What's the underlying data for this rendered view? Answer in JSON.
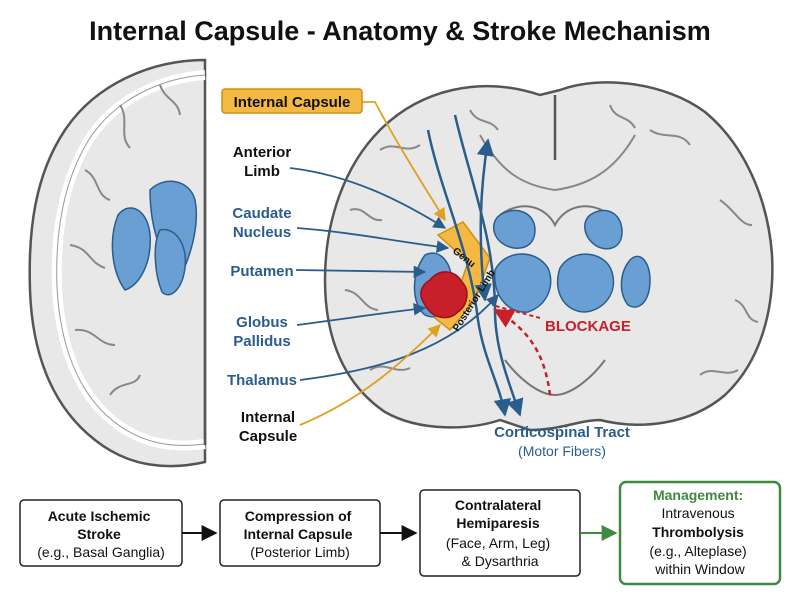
{
  "title": "Internal Capsule - Anatomy & Stroke Mechanism",
  "labels": {
    "internal_capsule_top": "Internal Capsule",
    "anterior_limb": [
      "Anterior",
      "Limb"
    ],
    "caudate_nucleus": [
      "Caudate",
      "Nucleus"
    ],
    "putamen": "Putamen",
    "globus_pallidus": [
      "Globus",
      "Pallidus"
    ],
    "thalamus": "Thalamus",
    "internal_capsule_bottom": [
      "Internal",
      "Capsule"
    ],
    "genu": "Genu",
    "posterior_limb": "Posterior Limb",
    "blockage": "BLOCKAGE",
    "tract": "Corticospinal Tract",
    "tract_sub": "(Motor Fibers)"
  },
  "flow": [
    {
      "lines": [
        "Acute Ischemic",
        "Stroke",
        "(e.g., Basal Ganglia)"
      ],
      "bold": [
        true,
        true,
        false
      ]
    },
    {
      "lines": [
        "Compression of",
        "Internal Capsule",
        "(Posterior Limb)"
      ],
      "bold": [
        true,
        true,
        false
      ]
    },
    {
      "lines": [
        "Contralateral",
        "Hemiparesis",
        "(Face, Arm, Leg)",
        "& Dysarthria"
      ],
      "bold": [
        true,
        true,
        false,
        false
      ]
    },
    {
      "lines": [
        "Management:",
        "Intravenous",
        "Thrombolysis",
        "(e.g., Alteplase)",
        "within Window"
      ],
      "bold": [
        true,
        false,
        true,
        false,
        false
      ]
    }
  ],
  "colors": {
    "capsule": "#f4b942",
    "nuclei": "#6a9fd4",
    "fiber": "#2a5d8c",
    "blockage": "#c8202a",
    "management": "#3f8a3f",
    "brain_fill": "#e8e8e8",
    "brain_stroke": "#555555"
  }
}
